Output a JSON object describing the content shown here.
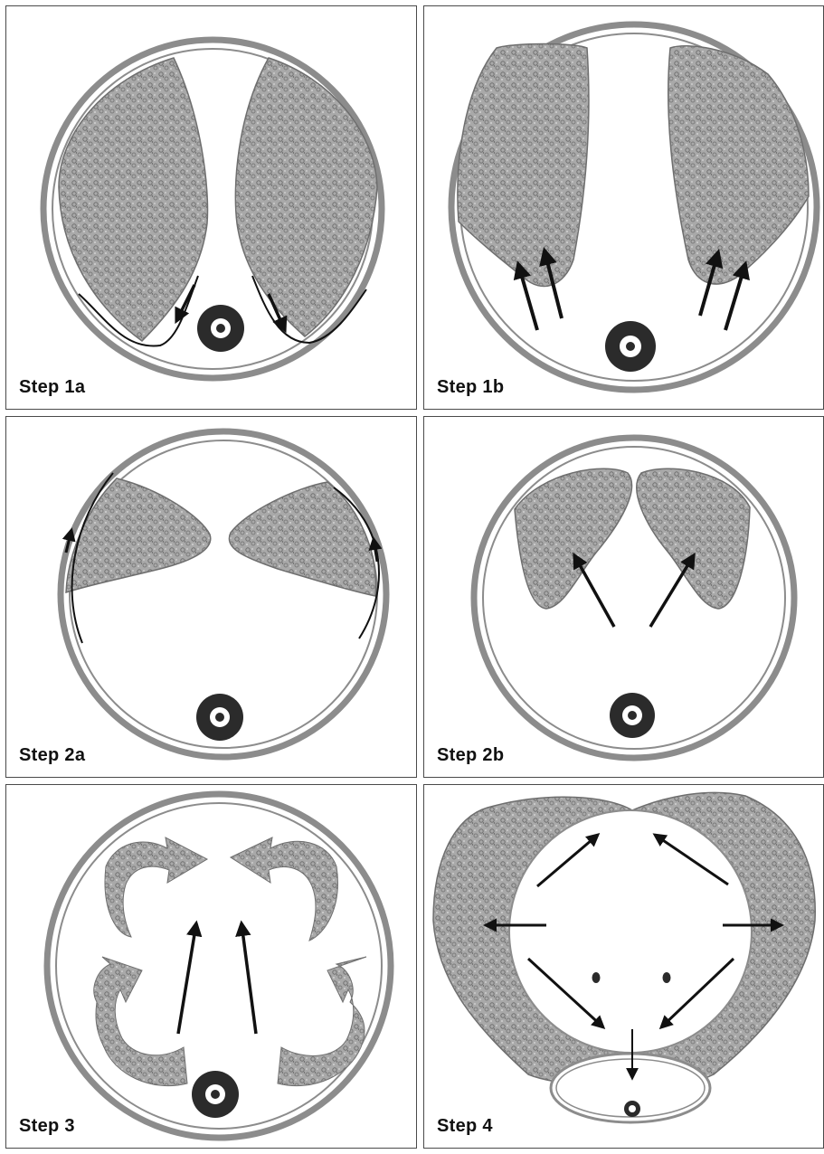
{
  "panels": [
    {
      "label": "Step 1a"
    },
    {
      "label": "Step 1b"
    },
    {
      "label": "Step 2a"
    },
    {
      "label": "Step 2b"
    },
    {
      "label": "Step 3"
    },
    {
      "label": "Step 4"
    }
  ],
  "colors": {
    "frame": "#4a4a4a",
    "ring": "#8c8c8c",
    "tissue_fill": "#a8a8a8",
    "tissue_edge": "#6e6e6e",
    "arrow": "#111111",
    "target": "#2b2b2b"
  }
}
